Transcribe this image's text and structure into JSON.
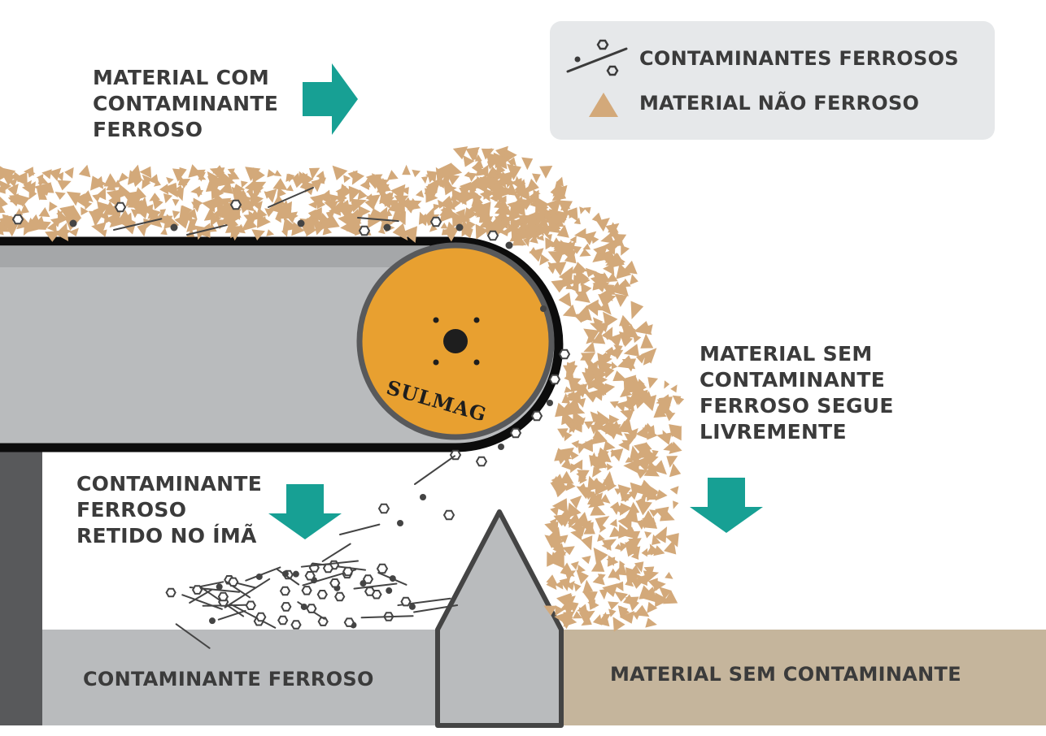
{
  "labels": {
    "input": [
      "MATERIAL COM",
      "CONTAMINANTE",
      "FERROSO"
    ],
    "clean_flow": [
      "MATERIAL SEM",
      "CONTAMINANTE",
      "FERROSO SEGUE",
      "LIVREMENTE"
    ],
    "retained": [
      "CONTAMINANTE",
      "FERROSO",
      "RETIDO NO ÍMÃ"
    ]
  },
  "legend": {
    "ferrous": "CONTAMINANTES FERROSOS",
    "non_ferrous": "MATERIAL NÃO FERROSO"
  },
  "bins": {
    "ferrous": "CONTAMINANTE FERROSO",
    "clean": "MATERIAL SEM CONTAMINANTE"
  },
  "brand": "SULMAG",
  "colors": {
    "arrow": "#17a094",
    "particle": "#d3a97a",
    "pulley": "#e8a030",
    "belt": "#0c0c0c",
    "frame": "#b9bbbd",
    "frame_dark": "#58595b",
    "clean_bin": "#c5b59c",
    "legend_bg": "#e6e8ea"
  },
  "icons": [
    "arrow-right-icon",
    "arrow-down-icon",
    "ferrous-contaminant-icon",
    "non-ferrous-triangle-icon"
  ]
}
